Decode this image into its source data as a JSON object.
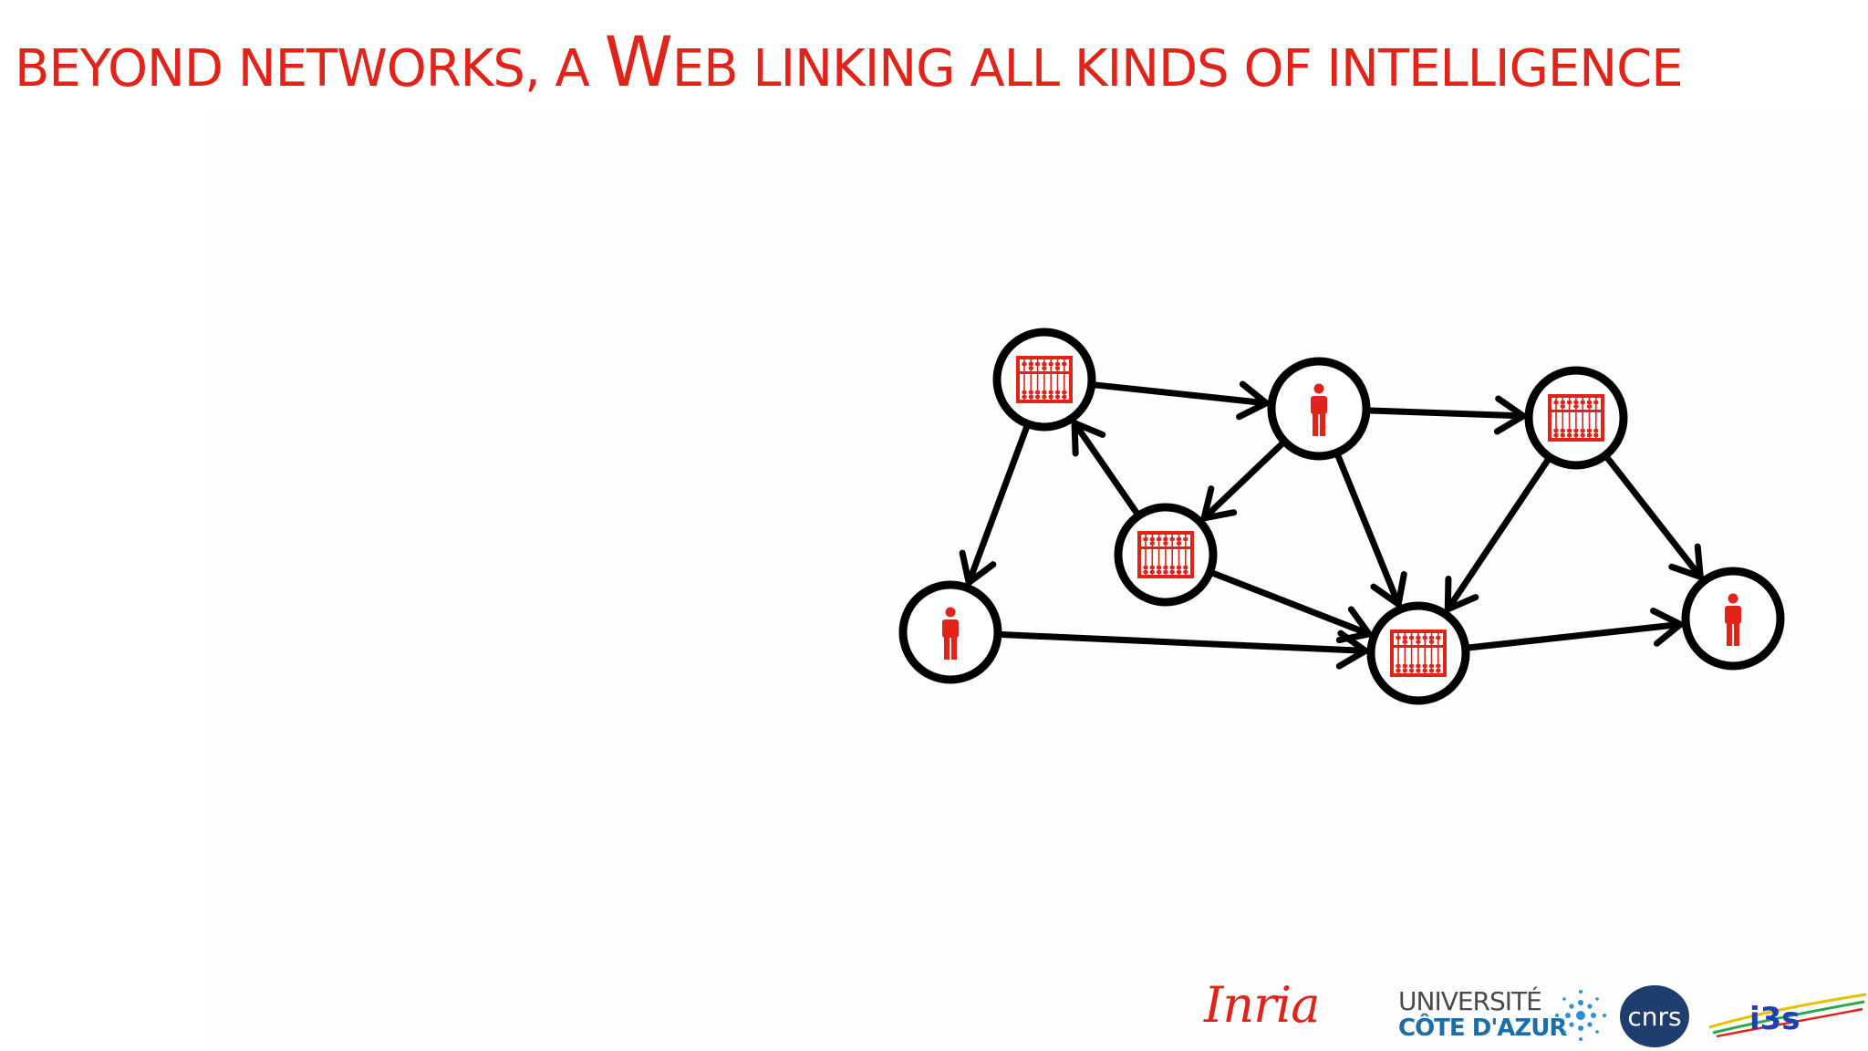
{
  "slide": {
    "title_prefix": "BEYOND NETWORKS, A ",
    "title_w": "W",
    "title_suffix": "EB LINKING ALL KINDS OF INTELLIGENCE",
    "accent_color": "#e2231a"
  },
  "diagram": {
    "nodes": [
      {
        "id": "m1",
        "kind": "machine",
        "icon": "abacus-icon"
      },
      {
        "id": "p1",
        "kind": "person",
        "icon": "person-icon"
      },
      {
        "id": "m2",
        "kind": "machine",
        "icon": "abacus-icon"
      },
      {
        "id": "m3",
        "kind": "machine",
        "icon": "abacus-icon"
      },
      {
        "id": "p2",
        "kind": "person",
        "icon": "person-icon"
      },
      {
        "id": "m4",
        "kind": "machine",
        "icon": "abacus-icon"
      },
      {
        "id": "p3",
        "kind": "person",
        "icon": "person-icon"
      }
    ],
    "edges": [
      {
        "from": "m1",
        "to": "p1"
      },
      {
        "from": "p1",
        "to": "m2"
      },
      {
        "from": "m1",
        "to": "p2"
      },
      {
        "from": "p1",
        "to": "m3"
      },
      {
        "from": "m3",
        "to": "m1"
      },
      {
        "from": "p1",
        "to": "m4"
      },
      {
        "from": "m3",
        "to": "m4"
      },
      {
        "from": "p2",
        "to": "m4"
      },
      {
        "from": "m2",
        "to": "m4"
      },
      {
        "from": "m2",
        "to": "p3"
      },
      {
        "from": "m4",
        "to": "p3"
      }
    ],
    "node_fill": "#ffffff",
    "node_stroke": "#000000",
    "edge_color": "#000000"
  },
  "logos": {
    "inria": "Inria",
    "uca_line1": "UNIVERSITÉ",
    "uca_line2": "CÔTE D'AZUR",
    "cnrs": "cnrs",
    "i3s": "i3s"
  }
}
